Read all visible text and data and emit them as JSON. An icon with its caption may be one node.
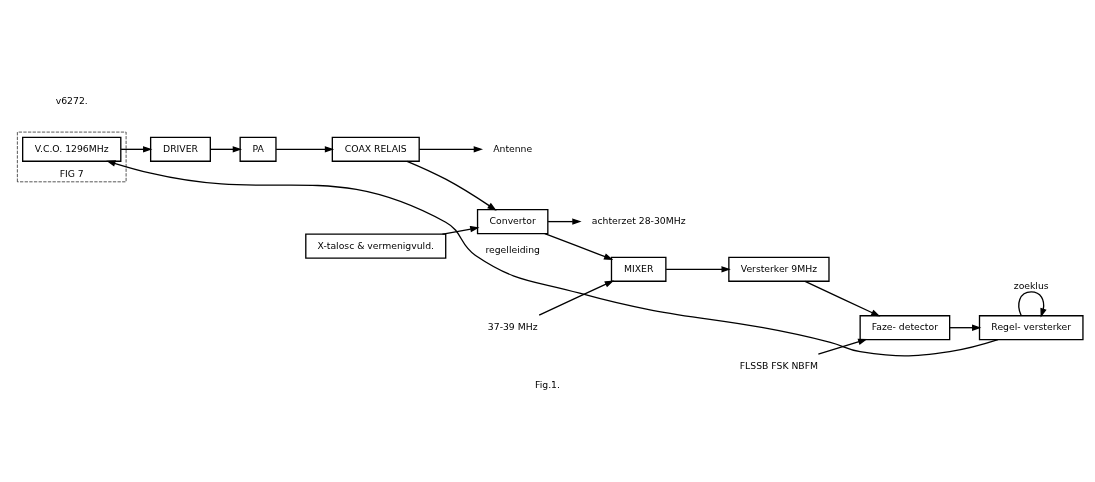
{
  "diagram": {
    "caption": "Fig.1.",
    "nodes": [
      {
        "text": [
          "FIG 7"
        ]
      },
      {
        "text": [
          "V.C.O. 1296MHz"
        ],
        "in": 0
      },
      {
        "text": [
          "DRIVER"
        ]
      },
      {
        "text": [
          "PA"
        ]
      },
      {
        "text": [
          "COAX RELAIS"
        ]
      },
      {
        "text": [
          "Antenne"
        ]
      },
      {
        "text": [
          "Convertor"
        ]
      },
      {
        "text": [
          "X-talosc & vermenigvuld."
        ]
      },
      {
        "text": [
          "MIXER"
        ]
      },
      {
        "text": [
          "achterzet 28-30MHz"
        ]
      },
      {
        "text": [
          "37-39 MHz"
        ]
      },
      {
        "text": [
          "Versterker 9MHz"
        ]
      },
      {
        "text": [
          "Faze- detector"
        ]
      },
      {
        "text": [
          "FLSSB FSK NBFM"
        ]
      },
      {
        "text": [
          "Regel- versterker"
        ]
      }
    ],
    "edges": [
      {
        "from": 1,
        "to": 2,
        "arrow": "to"
      },
      {
        "from": 2,
        "to": 3,
        "arrow": "to"
      },
      {
        "from": 3,
        "to": 4,
        "arrow": "to"
      },
      {
        "from": 4,
        "to": 5,
        "arrow": "to"
      },
      {
        "from": 4,
        "to": 6,
        "arrow": "to"
      },
      {
        "from": 7,
        "to": 6,
        "arrow": "to"
      },
      {
        "from": 6,
        "to": 8,
        "arrow": "to"
      },
      {
        "from": 6,
        "to": 9,
        "arrow": "to"
      },
      {
        "from": 10,
        "to": 8,
        "arrow": "to"
      },
      {
        "from": 8,
        "to": 11,
        "arrow": "to"
      },
      {
        "from": 11,
        "to": 12,
        "arrow": "to"
      },
      {
        "from": 13,
        "to": 12,
        "arrow": "to"
      },
      {
        "from": 12,
        "to": 14,
        "arrow": "to"
      },
      {
        "from": 14,
        "to": 1,
        "arrow": "to",
        "label": "regelleiding"
      },
      {
        "from": 14,
        "to": 14,
        "arrow": "to",
        "label": "zoeklus"
      }
    ],
    "labels": [
      "v6272."
    ]
  }
}
